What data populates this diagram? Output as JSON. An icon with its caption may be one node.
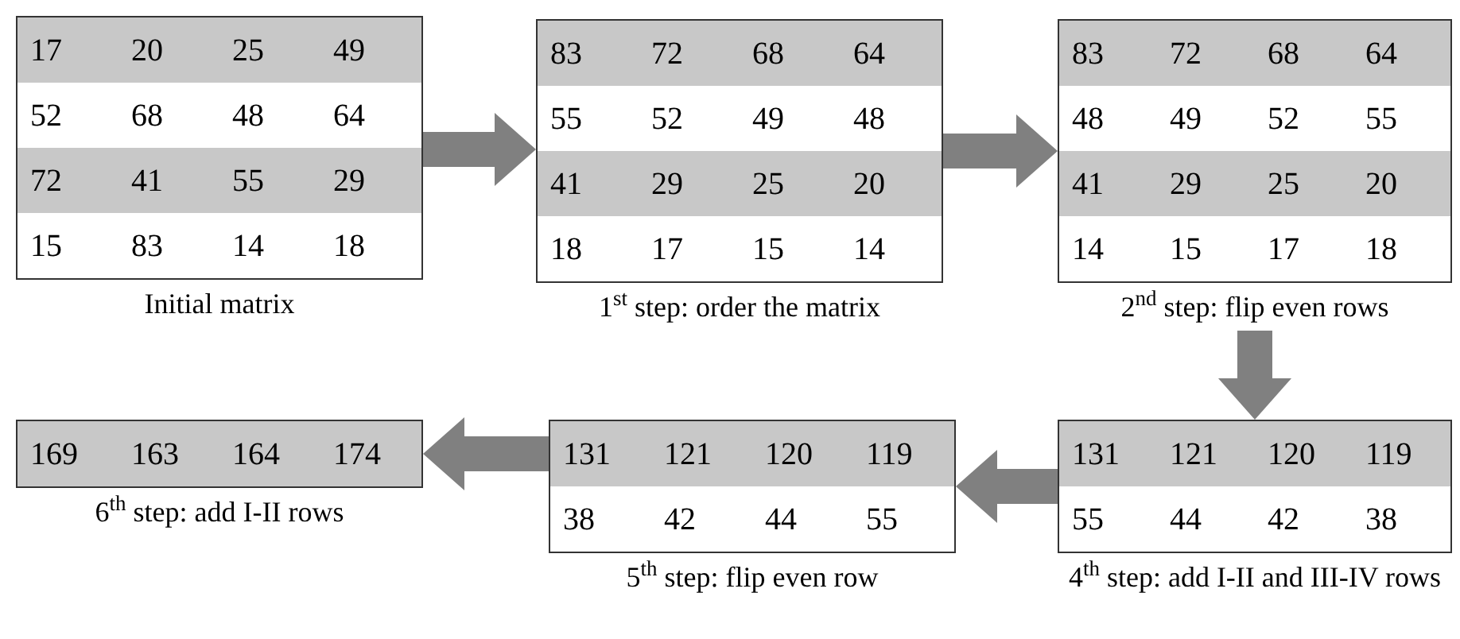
{
  "diagram": {
    "nodes": [
      {
        "text": [
          "17",
          "20",
          "25",
          "49",
          "52",
          "68",
          "48",
          "64",
          "72",
          "41",
          "55",
          "29",
          "15",
          "83",
          "14",
          "18"
        ],
        "beside": [
          "Initial matrix"
        ]
      },
      {
        "text": [
          "83",
          "72",
          "68",
          "64",
          "55",
          "52",
          "49",
          "48",
          "41",
          "29",
          "25",
          "20",
          "18",
          "17",
          "15",
          "14"
        ],
        "beside": [
          "1$^{st}$ step: order the matrix"
        ]
      },
      {
        "text": [
          "83",
          "72",
          "68",
          "64",
          "48",
          "49",
          "52",
          "55",
          "41",
          "29",
          "25",
          "20",
          "14",
          "15",
          "17",
          "18"
        ],
        "beside": [
          "2$^{nd}$ step: flip even rows"
        ]
      },
      {
        "text": [
          "169",
          "163",
          "164",
          "174"
        ],
        "beside": [
          "6$^{th}$ step: add I-II rows"
        ]
      },
      {
        "text": [
          "131",
          "121",
          "120",
          "119",
          "38",
          "42",
          "44",
          "55"
        ],
        "beside": [
          "5$^{th}$ step: flip even row"
        ]
      },
      {
        "text": [
          "131",
          "121",
          "120",
          "119",
          "55",
          "44",
          "42",
          "38"
        ],
        "beside": [
          "4$^{th}$ step: add I-II and III-IV rows"
        ]
      }
    ],
    "edges": [
      {
        "from": 0,
        "to": 1,
        "arrow": "to"
      },
      {
        "from": 1,
        "to": 2,
        "arrow": "to"
      },
      {
        "from": 2,
        "to": 5,
        "arrow": "to"
      },
      {
        "from": 5,
        "to": 4,
        "arrow": "to"
      },
      {
        "from": 4,
        "to": 3,
        "arrow": "to"
      }
    ]
  }
}
